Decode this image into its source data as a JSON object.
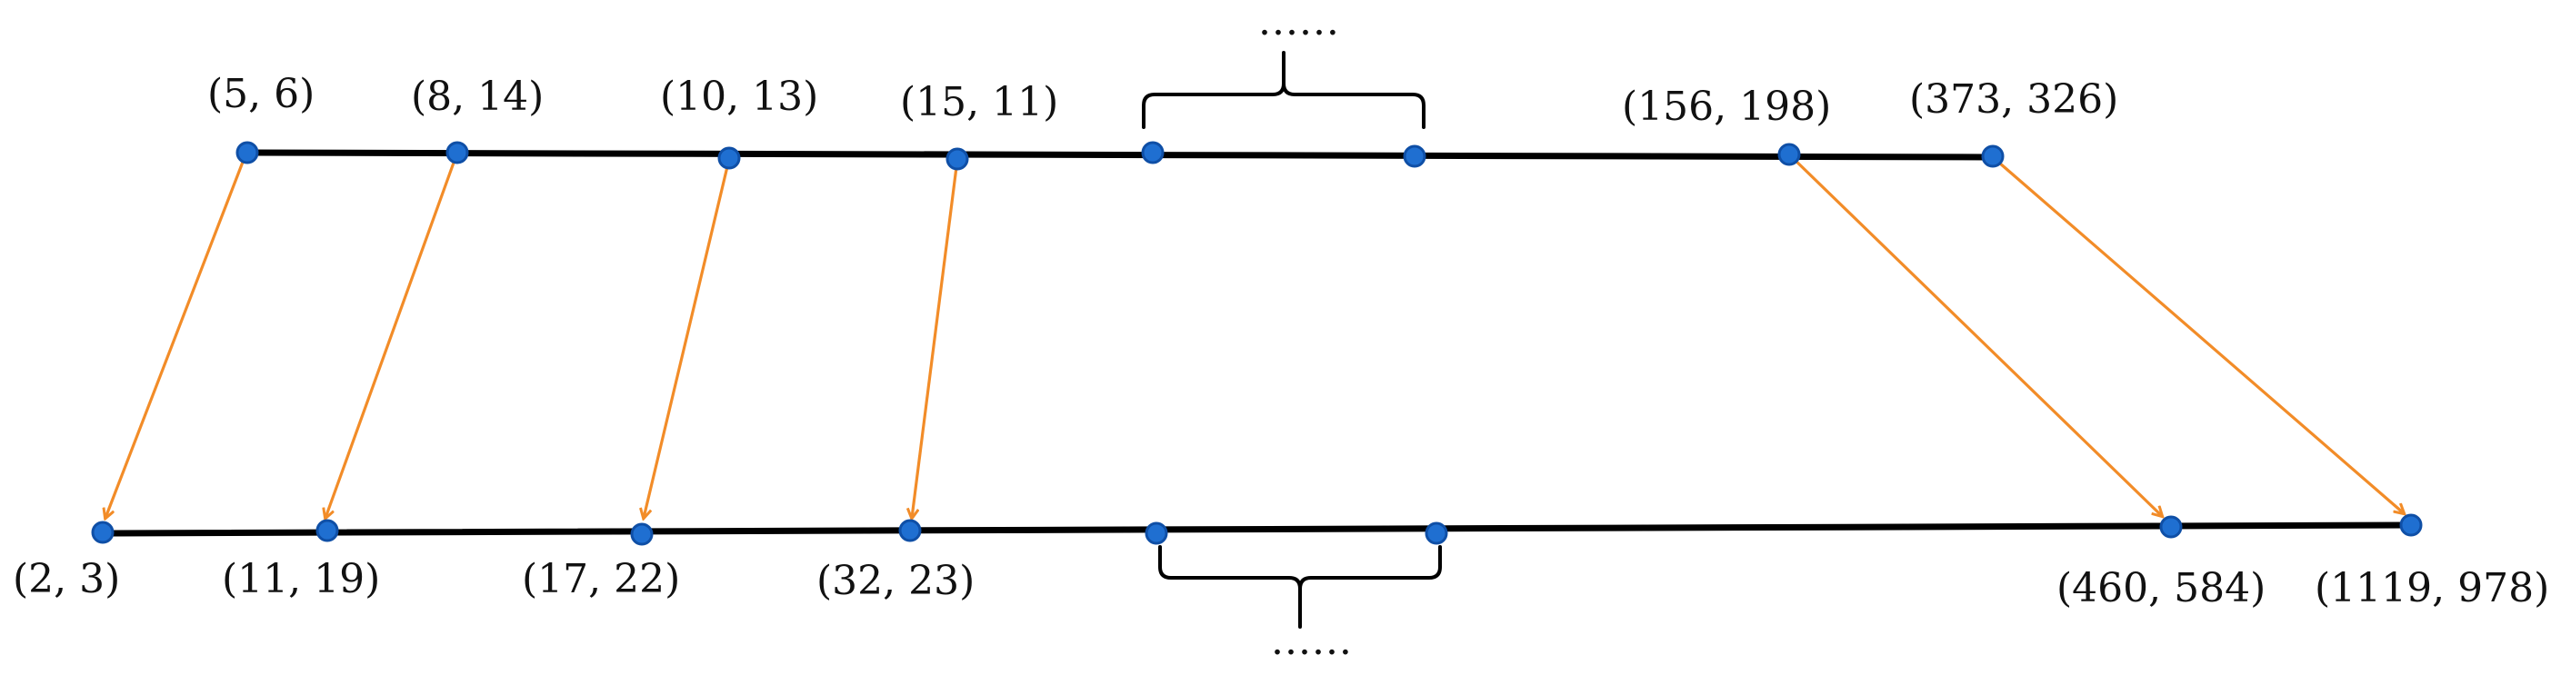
{
  "top_sequence": {
    "labels": [
      "(5,  6)",
      "(8,  14)",
      "(10,  13)",
      "(15,  11)",
      "(156,  198)",
      "(373,  326)"
    ],
    "ellipsis": "......"
  },
  "bottom_sequence": {
    "labels": [
      "(2,  3)",
      "(11,  19)",
      "(17,  22)",
      "(32,  23)",
      "(460,  584)",
      "(1119,  978)"
    ],
    "ellipsis": "......"
  },
  "mappings": [
    {
      "from": "(5,  6)",
      "to": "(2,  3)"
    },
    {
      "from": "(8,  14)",
      "to": "(11,  19)"
    },
    {
      "from": "(10,  13)",
      "to": "(17,  22)"
    },
    {
      "from": "(15,  11)",
      "to": "(32,  23)"
    },
    {
      "from": "(156,  198)",
      "to": "(460,  584)"
    },
    {
      "from": "(373,  326)",
      "to": "(1119,  978)"
    }
  ],
  "colors": {
    "line": "#000000",
    "node": "#1f6fd1",
    "arrow": "#f28c28"
  }
}
